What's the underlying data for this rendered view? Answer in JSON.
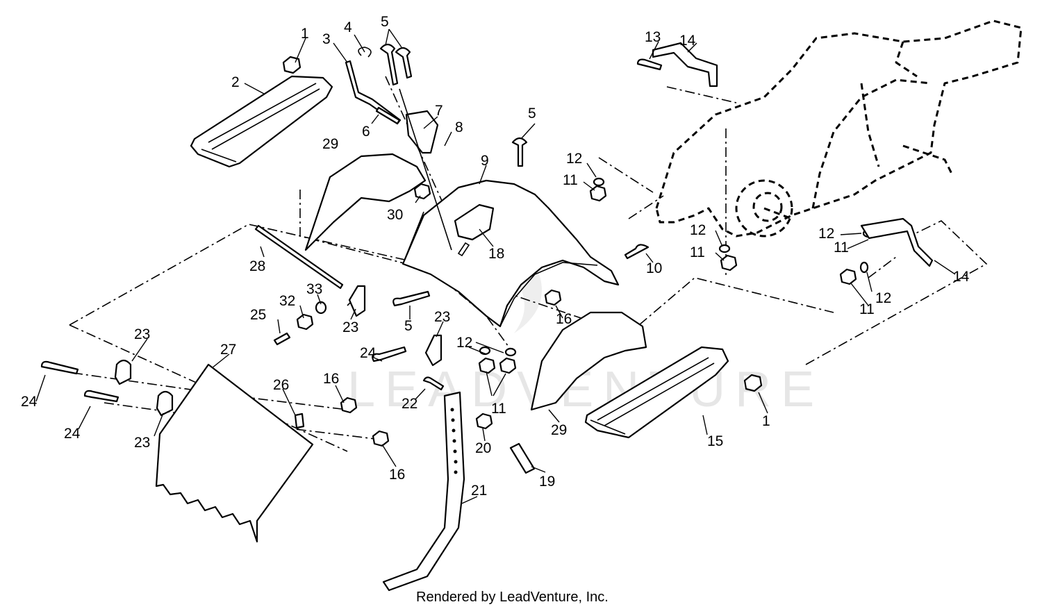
{
  "footer": {
    "credit": "Rendered by LeadVenture, Inc."
  },
  "watermark": {
    "text": "LEADVENTURE"
  },
  "callouts": [
    {
      "label": "1"
    },
    {
      "label": "2"
    },
    {
      "label": "3"
    },
    {
      "label": "4"
    },
    {
      "label": "5"
    },
    {
      "label": "6"
    },
    {
      "label": "7"
    },
    {
      "label": "8"
    },
    {
      "label": "29"
    },
    {
      "label": "9"
    },
    {
      "label": "5"
    },
    {
      "label": "30"
    },
    {
      "label": "18"
    },
    {
      "label": "12"
    },
    {
      "label": "11"
    },
    {
      "label": "13"
    },
    {
      "label": "14"
    },
    {
      "label": "12"
    },
    {
      "label": "11"
    },
    {
      "label": "12"
    },
    {
      "label": "11"
    },
    {
      "label": "28"
    },
    {
      "label": "10"
    },
    {
      "label": "14"
    },
    {
      "label": "12"
    },
    {
      "label": "11"
    },
    {
      "label": "33"
    },
    {
      "label": "32"
    },
    {
      "label": "25"
    },
    {
      "label": "23"
    },
    {
      "label": "5"
    },
    {
      "label": "23"
    },
    {
      "label": "16"
    },
    {
      "label": "23"
    },
    {
      "label": "27"
    },
    {
      "label": "24"
    },
    {
      "label": "12"
    },
    {
      "label": "11"
    },
    {
      "label": "24"
    },
    {
      "label": "26"
    },
    {
      "label": "16"
    },
    {
      "label": "22"
    },
    {
      "label": "24"
    },
    {
      "label": "23"
    },
    {
      "label": "29"
    },
    {
      "label": "1"
    },
    {
      "label": "16"
    },
    {
      "label": "20"
    },
    {
      "label": "15"
    },
    {
      "label": "19"
    },
    {
      "label": "21"
    }
  ]
}
